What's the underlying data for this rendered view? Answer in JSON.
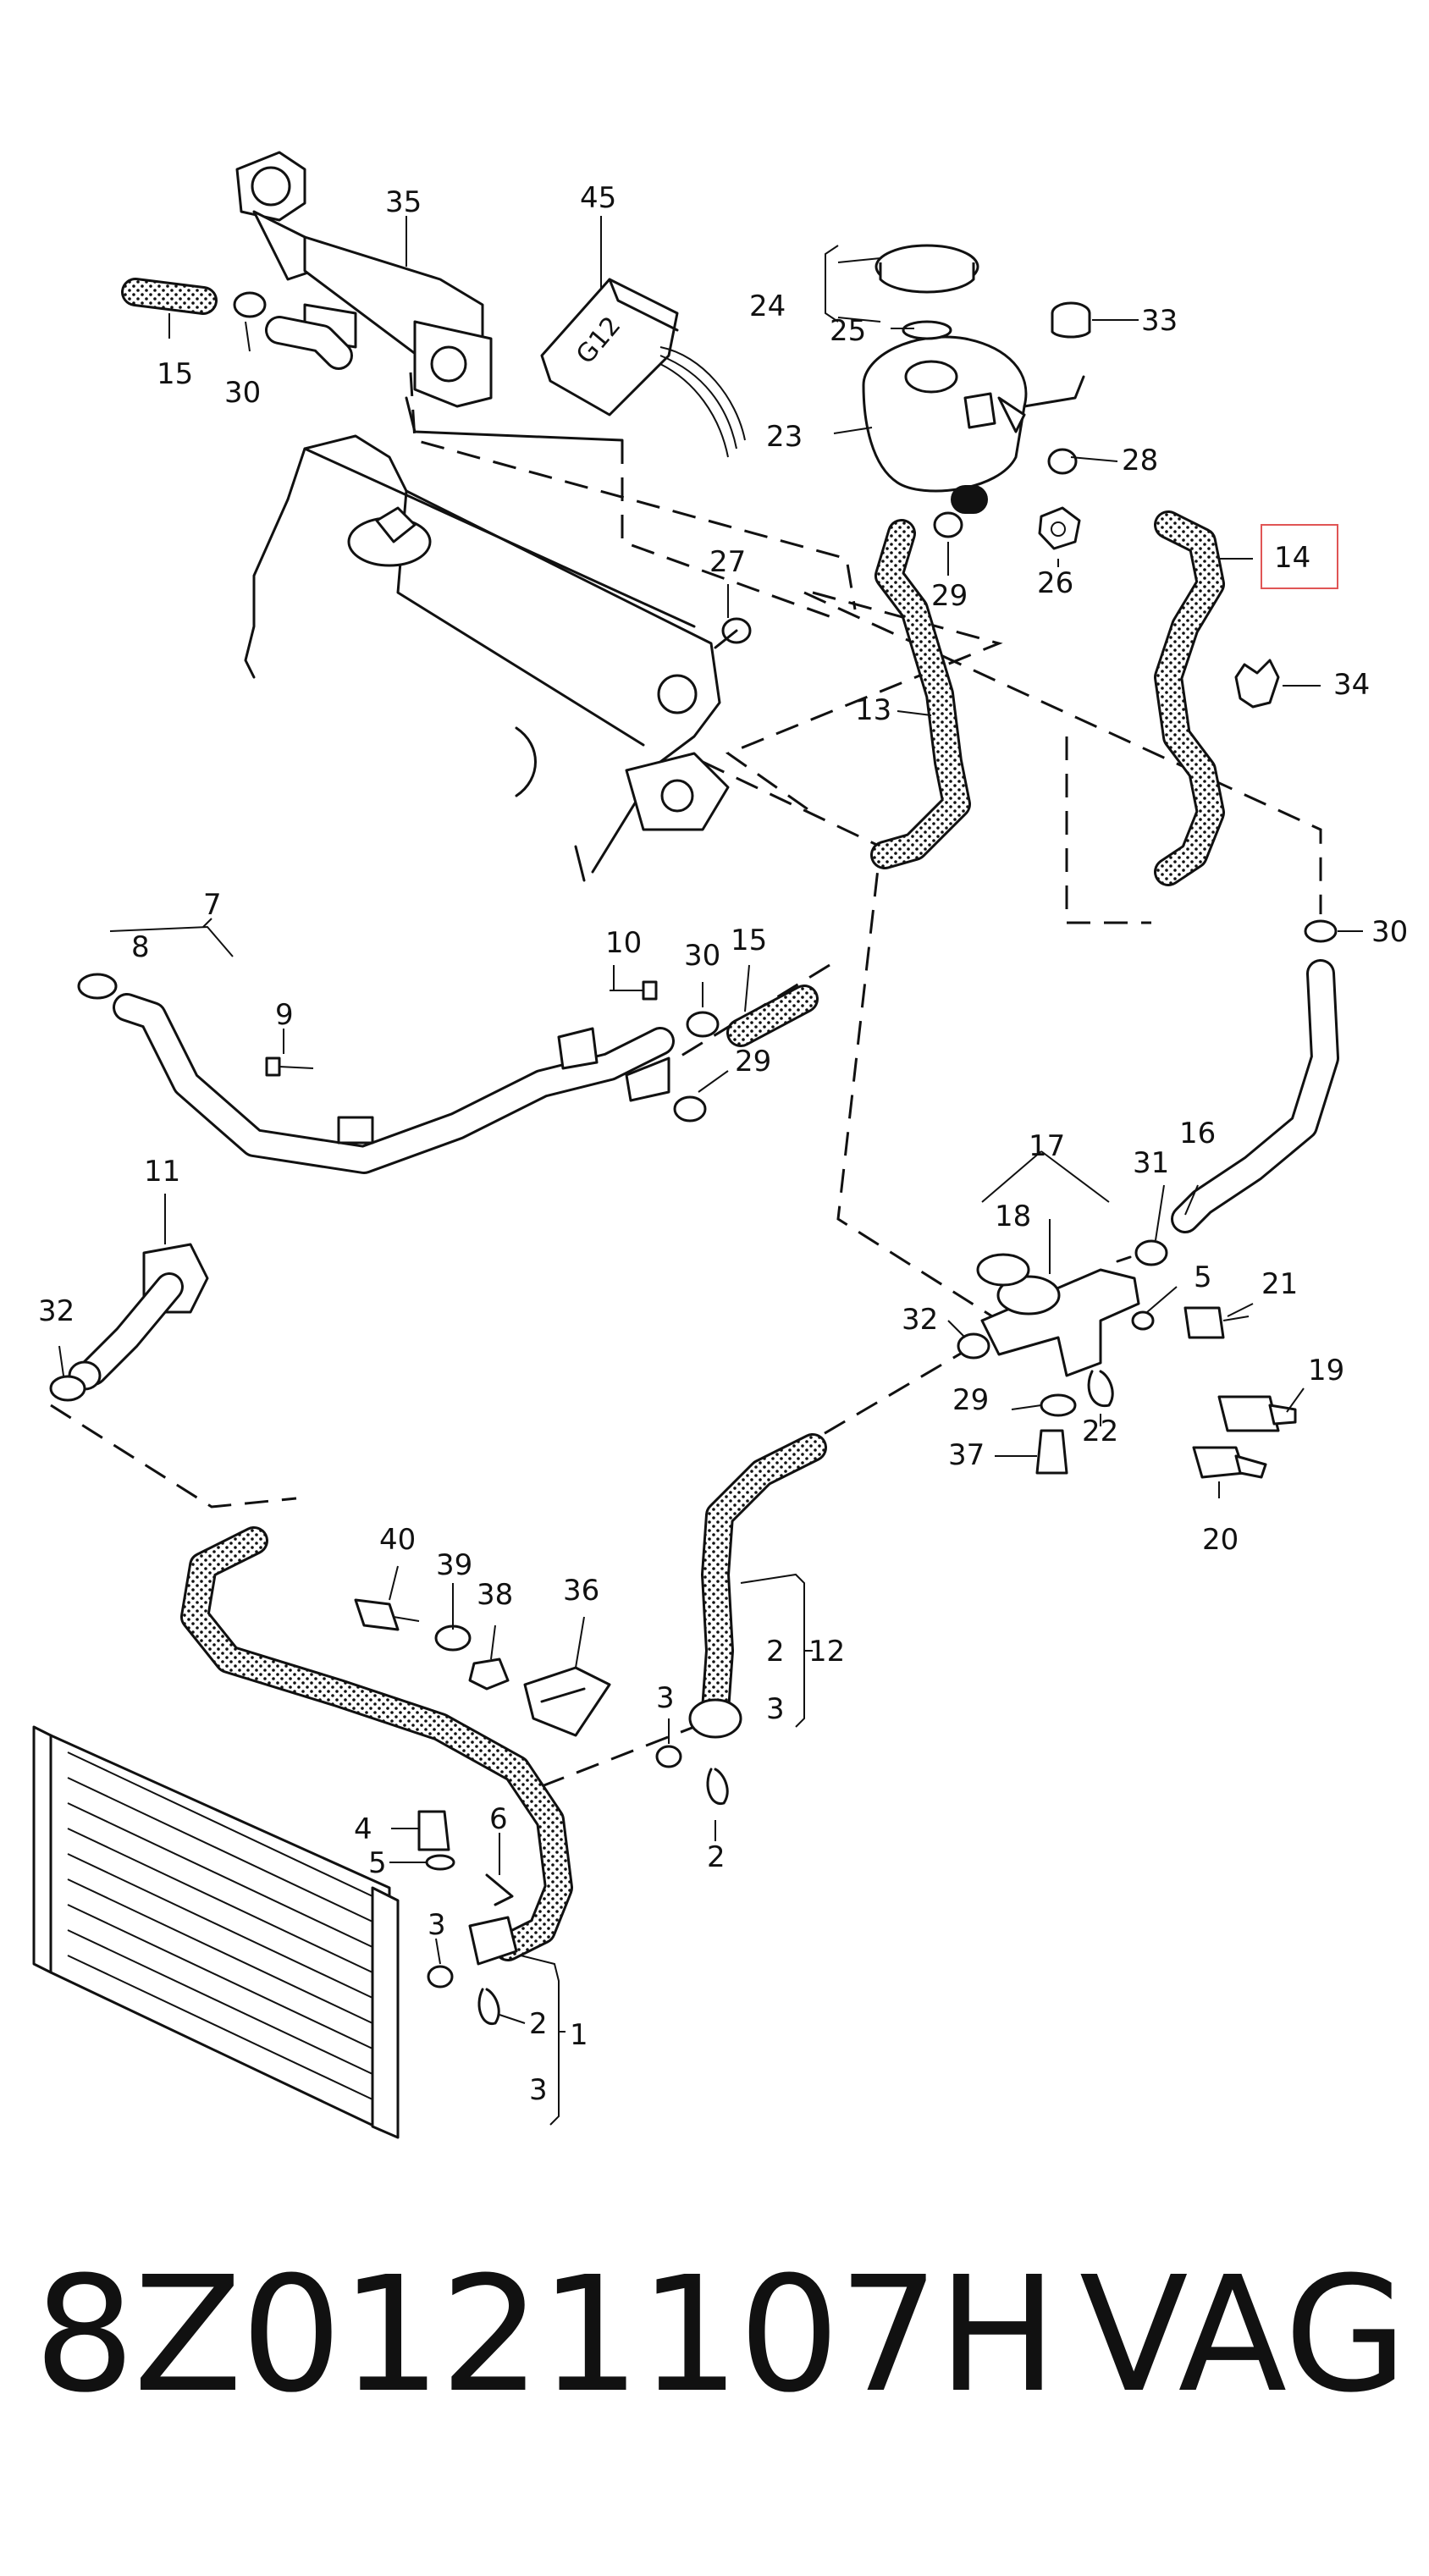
{
  "callouts": [
    {
      "id": "c35",
      "text": "35"
    },
    {
      "id": "c45",
      "text": "45"
    },
    {
      "id": "c24",
      "text": "24"
    },
    {
      "id": "c25",
      "text": "25"
    },
    {
      "id": "c33",
      "text": "33"
    },
    {
      "id": "c23",
      "text": "23"
    },
    {
      "id": "c28",
      "text": "28"
    },
    {
      "id": "c14",
      "text": "14"
    },
    {
      "id": "c15a",
      "text": "15"
    },
    {
      "id": "c30a",
      "text": "30"
    },
    {
      "id": "c27",
      "text": "27"
    },
    {
      "id": "c29a",
      "text": "29"
    },
    {
      "id": "c26",
      "text": "26"
    },
    {
      "id": "c13",
      "text": "13"
    },
    {
      "id": "c34",
      "text": "34"
    },
    {
      "id": "c30b",
      "text": "30"
    },
    {
      "id": "c7",
      "text": "7"
    },
    {
      "id": "c8",
      "text": "8"
    },
    {
      "id": "c10",
      "text": "10"
    },
    {
      "id": "c30c",
      "text": "30"
    },
    {
      "id": "c15b",
      "text": "15"
    },
    {
      "id": "c9",
      "text": "9"
    },
    {
      "id": "c29b",
      "text": "29"
    },
    {
      "id": "c11",
      "text": "11"
    },
    {
      "id": "c17",
      "text": "17"
    },
    {
      "id": "c18",
      "text": "18"
    },
    {
      "id": "c31",
      "text": "31"
    },
    {
      "id": "c16",
      "text": "16"
    },
    {
      "id": "c5a",
      "text": "5"
    },
    {
      "id": "c21",
      "text": "21"
    },
    {
      "id": "c32a",
      "text": "32"
    },
    {
      "id": "c32b",
      "text": "32"
    },
    {
      "id": "c19",
      "text": "19"
    },
    {
      "id": "c29c",
      "text": "29"
    },
    {
      "id": "c22",
      "text": "22"
    },
    {
      "id": "c37",
      "text": "37"
    },
    {
      "id": "c20",
      "text": "20"
    },
    {
      "id": "c40",
      "text": "40"
    },
    {
      "id": "c39",
      "text": "39"
    },
    {
      "id": "c38",
      "text": "38"
    },
    {
      "id": "c36",
      "text": "36"
    },
    {
      "id": "c2a",
      "text": "2"
    },
    {
      "id": "c12",
      "text": "12"
    },
    {
      "id": "c3a",
      "text": "3"
    },
    {
      "id": "c3b",
      "text": "3"
    },
    {
      "id": "c2b",
      "text": "2"
    },
    {
      "id": "c4",
      "text": "4"
    },
    {
      "id": "c6",
      "text": "6"
    },
    {
      "id": "c5b",
      "text": "5"
    },
    {
      "id": "c3c",
      "text": "3"
    },
    {
      "id": "c2c",
      "text": "2"
    },
    {
      "id": "c1",
      "text": "1"
    },
    {
      "id": "c3d",
      "text": "3"
    }
  ],
  "expansion_tank_label": "G12",
  "highlighted_callout": "14",
  "footer": {
    "part_number": "8Z0121107H",
    "brand": "VAG"
  },
  "colors": {
    "ink": "#111111",
    "highlight_border": "#e05555",
    "background": "#ffffff"
  }
}
